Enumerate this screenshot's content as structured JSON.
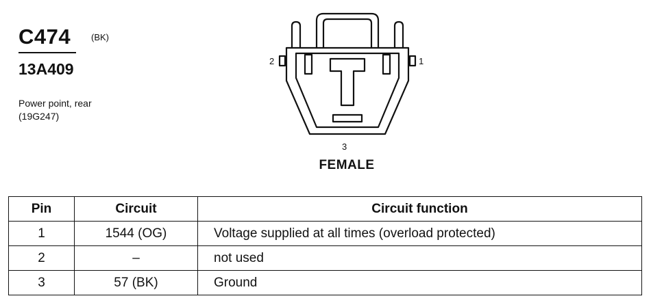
{
  "connector": {
    "id": "C474",
    "color": "(BK)",
    "part_number": "13A409",
    "description_lines": [
      "Power point, rear",
      "(19G247)"
    ]
  },
  "diagram": {
    "pin_labels": [
      "1",
      "2",
      "3"
    ],
    "gender": "FEMALE"
  },
  "table": {
    "headers": [
      "Pin",
      "Circuit",
      "Circuit function"
    ],
    "rows": [
      {
        "pin": "1",
        "circuit": "1544 (OG)",
        "function": "Voltage supplied at all times (overload protected)"
      },
      {
        "pin": "2",
        "circuit": "–",
        "function": "not used"
      },
      {
        "pin": "3",
        "circuit": "57 (BK)",
        "function": "Ground"
      }
    ]
  }
}
